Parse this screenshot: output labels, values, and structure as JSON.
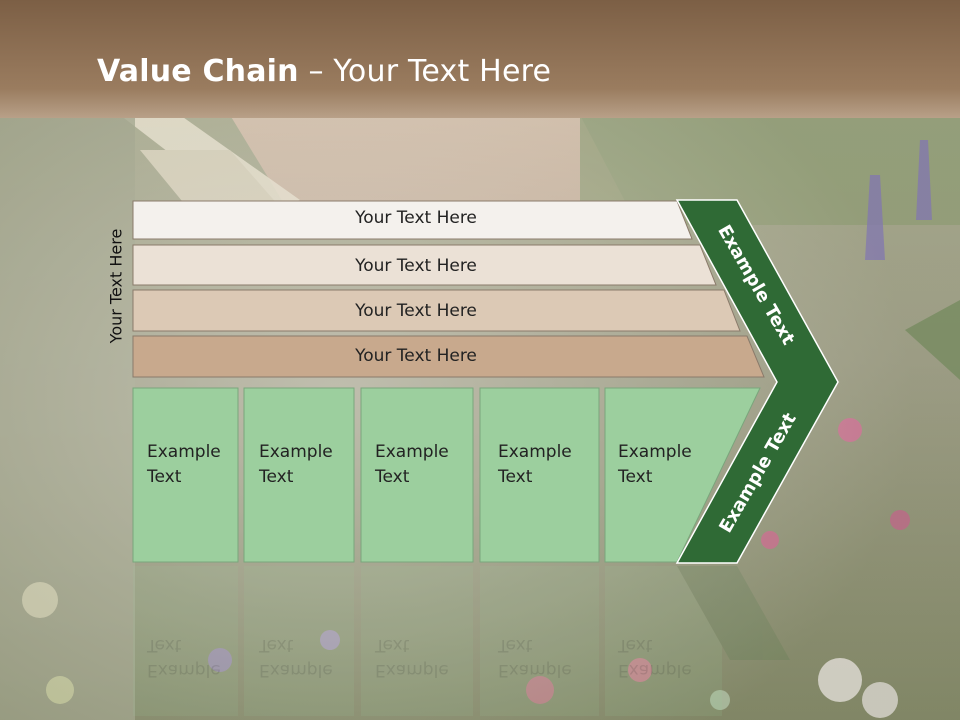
{
  "slide": {
    "title_bold": "Value Chain",
    "title_rest": " – Your Text Here",
    "side_label": "Your Text Here"
  },
  "bars": [
    {
      "label": "Your Text Here",
      "color": "#f4f1ed"
    },
    {
      "label": "Your Text Here",
      "color": "#ebe1d6"
    },
    {
      "label": "Your Text Here",
      "color": "#dcc9b5"
    },
    {
      "label": "Your Text Here",
      "color": "#c8a98d"
    }
  ],
  "boxes": [
    {
      "label": "Example\nText"
    },
    {
      "label": "Example\nText"
    },
    {
      "label": "Example\nText"
    },
    {
      "label": "Example\nText"
    },
    {
      "label": "Example\nText"
    }
  ],
  "chevron": {
    "upper_label": "Example Text",
    "lower_label": "Example Text",
    "color": "#2f6a35"
  },
  "colors": {
    "box_fill": "#9ccf9e",
    "header_band": "#85684b"
  }
}
